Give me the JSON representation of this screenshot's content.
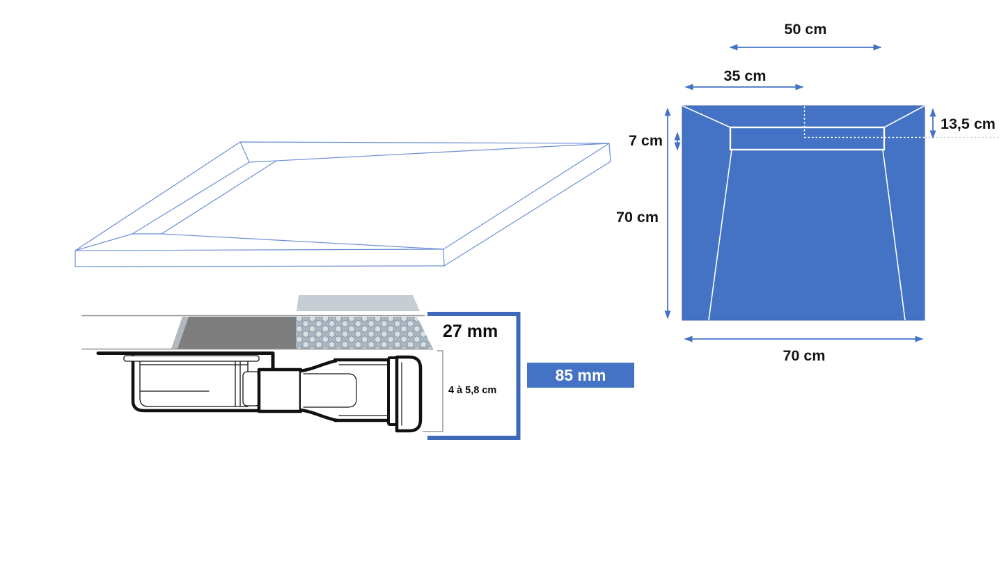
{
  "top_view": {
    "drain_channel_width_label": "50 cm",
    "drain_offset_label": "35 cm",
    "drain_channel_depth_label": "7 cm",
    "drain_edge_distance_label": "13,5 cm",
    "tray_side_label": "70 cm",
    "tray_width_label": "70 cm"
  },
  "cross_section": {
    "tray_thickness_label": "27 mm",
    "siphon_height_label": "4 à 5,8 cm",
    "total_height_label": "85 mm"
  },
  "colors": {
    "accent_blue": "#4472C4",
    "bracket_blue": "#3E68B8",
    "wireframe_blue": "#6A8ED6",
    "tray_fill_blue": "#4472C4",
    "overlay_white": "#ffffff"
  }
}
